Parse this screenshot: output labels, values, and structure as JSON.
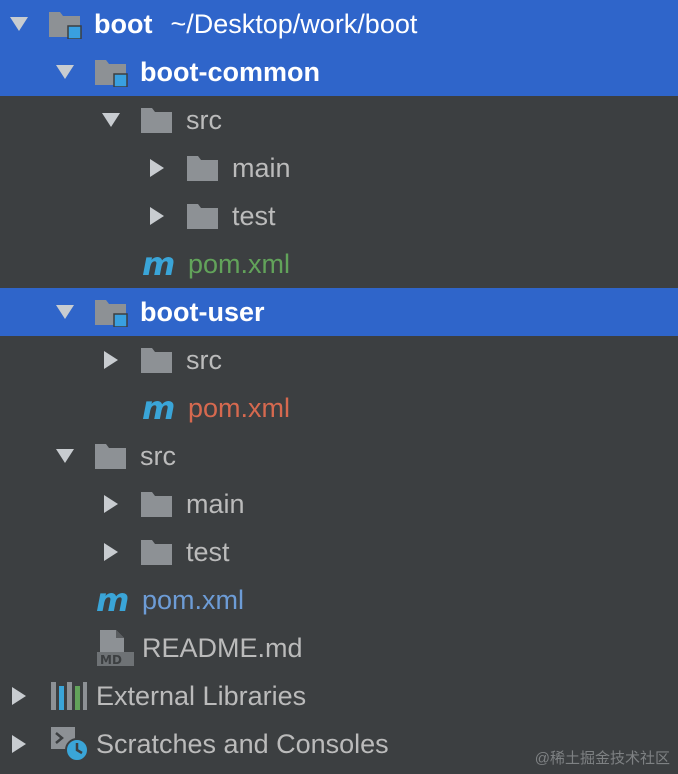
{
  "tree": [
    {
      "label": "boot",
      "path": "~/Desktop/work/boot",
      "icon": "module-folder-icon",
      "expanded": true,
      "selected": true,
      "bold": true
    },
    {
      "label": "boot-common",
      "icon": "module-folder-icon",
      "expanded": true,
      "selected": true,
      "bold": true
    },
    {
      "label": "src",
      "icon": "folder-icon",
      "expanded": true
    },
    {
      "label": "main",
      "icon": "folder-icon",
      "expanded": false
    },
    {
      "label": "test",
      "icon": "folder-icon",
      "expanded": false
    },
    {
      "label": "pom.xml",
      "icon": "maven-icon",
      "color": "#62a35a"
    },
    {
      "label": "boot-user",
      "icon": "module-folder-icon",
      "expanded": true,
      "selected": true,
      "bold": true
    },
    {
      "label": "src",
      "icon": "folder-icon",
      "expanded": false
    },
    {
      "label": "pom.xml",
      "icon": "maven-icon",
      "color": "#d6694f"
    },
    {
      "label": "src",
      "icon": "folder-icon",
      "expanded": true
    },
    {
      "label": "main",
      "icon": "folder-icon",
      "expanded": false
    },
    {
      "label": "test",
      "icon": "folder-icon",
      "expanded": false
    },
    {
      "label": "pom.xml",
      "icon": "maven-icon",
      "color": "#6d9cd6"
    },
    {
      "label": "README.md",
      "icon": "markdown-file-icon"
    },
    {
      "label": "External Libraries",
      "icon": "libraries-icon",
      "expanded": false
    },
    {
      "label": "Scratches and Consoles",
      "icon": "scratches-icon",
      "expanded": false
    }
  ],
  "colors": {
    "background": "#3c3f41",
    "selection": "#2f65ca",
    "text": "#bbbbbb",
    "folder": "#8d9195",
    "module_badge": "#39a0e0"
  },
  "watermark": "@稀土掘金技术社区"
}
